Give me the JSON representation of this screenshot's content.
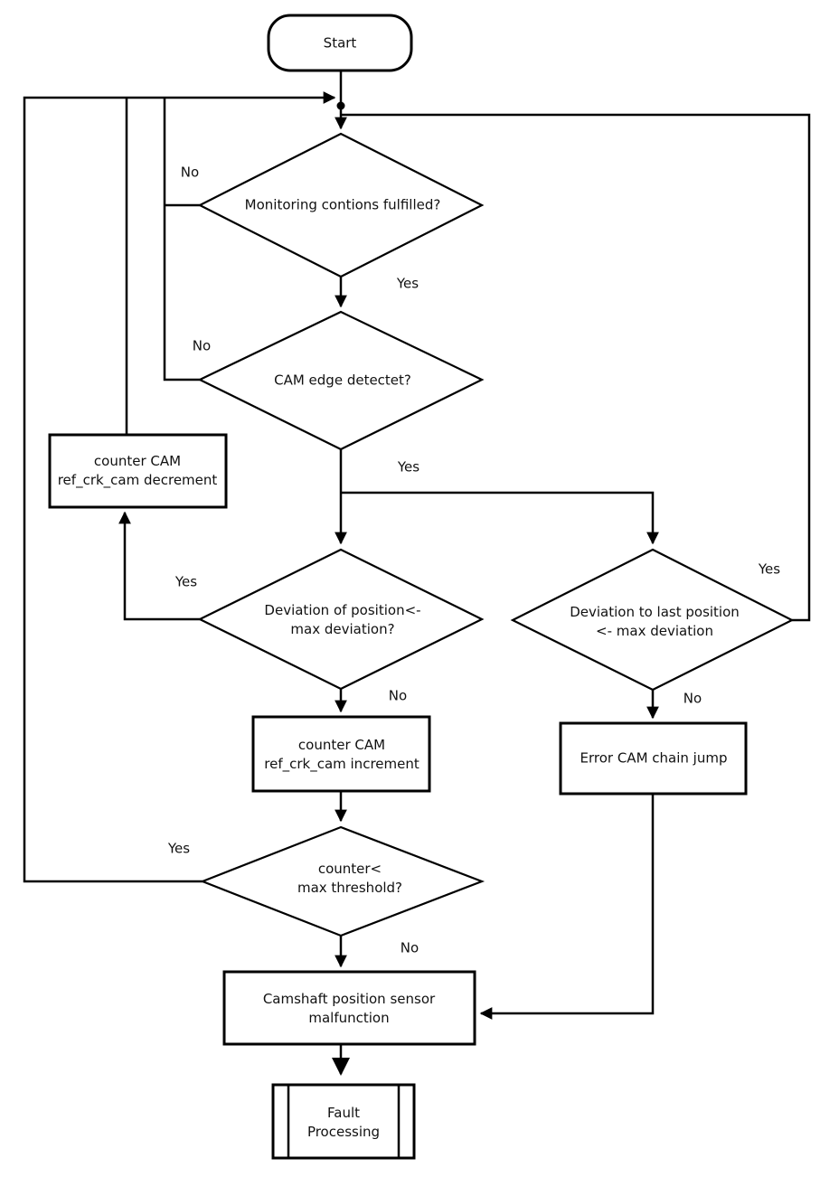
{
  "nodes": {
    "start": {
      "label": "Start",
      "type": "terminator"
    },
    "monitoring": {
      "label": "Monitoring contions fulfilled?",
      "type": "decision"
    },
    "cam_edge": {
      "label": "CAM edge detectet?",
      "type": "decision"
    },
    "decrement": {
      "label": "counter CAM\nref_crk_cam decrement",
      "type": "process"
    },
    "deviation_position": {
      "label": "Deviation of position<-\nmax deviation?",
      "type": "decision"
    },
    "deviation_last": {
      "label": "Deviation to last position\n<- max deviation",
      "type": "decision"
    },
    "increment": {
      "label": "counter CAM\nref_crk_cam increment",
      "type": "process"
    },
    "error_jump": {
      "label": "Error CAM chain jump",
      "type": "process"
    },
    "counter_threshold": {
      "label": "counter<\nmax threshold?",
      "type": "decision"
    },
    "malfunction": {
      "label": "Camshaft position sensor\nmalfunction",
      "type": "process"
    },
    "fault": {
      "label": "Fault\nProcessing",
      "type": "predefined-process"
    }
  },
  "edge_labels": {
    "monitoring_no": "No",
    "monitoring_yes": "Yes",
    "cam_edge_no": "No",
    "cam_edge_yes": "Yes",
    "deviation_position_yes": "Yes",
    "deviation_position_no": "No",
    "deviation_last_yes": "Yes",
    "deviation_last_no": "No",
    "counter_threshold_yes": "Yes",
    "counter_threshold_no": "No"
  },
  "colors": {
    "line": "#000000",
    "background": "#ffffff",
    "text": "#111111"
  }
}
